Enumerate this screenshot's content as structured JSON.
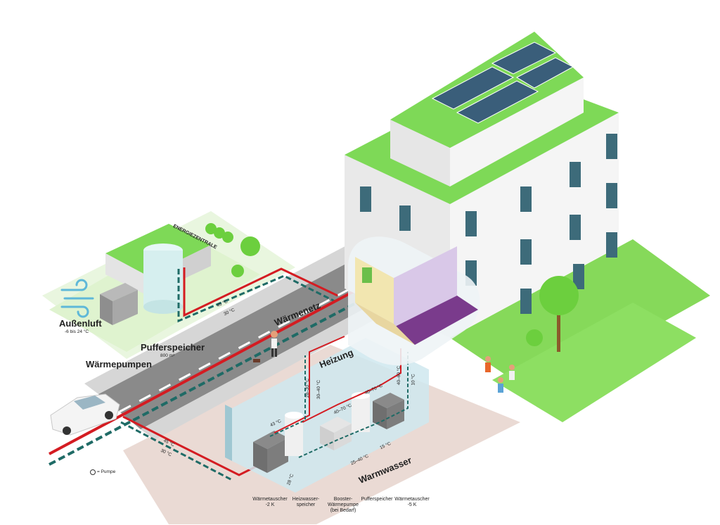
{
  "labels": {
    "aussenluft": "Außenluft",
    "aussenluft_range": "-6 bis 24 °C",
    "waermepumpen": "Wärmepumpen",
    "pufferspeicher_main": "Pufferspeicher",
    "pufferspeicher_volume": "800 m³",
    "energiezentrale": "ENERGIEZENTRALE",
    "waermenetz": "Wärmenetz",
    "heizung": "Heizung",
    "warmwasser": "Warmwasser",
    "pumpe_legend": "= Pumpe"
  },
  "temps": {
    "netz_supply": "45 °C",
    "netz_return": "30 °C",
    "street_supply": "45 °C",
    "street_return": "30 °C",
    "wt1_out": "43 °C",
    "wt1_return": "28 °C",
    "heiz_a": "28–30 °C",
    "heiz_b": "30–40 °C",
    "booster_a": "40–70 °C",
    "booster_b": "40–70 °C",
    "ww_a": "25–40 °C",
    "ww_b": "15 °C",
    "riser_a": "40–60 °C",
    "riser_b": "10 °C"
  },
  "components": [
    {
      "line1": "Wärmetauscher",
      "line2": "-2 K",
      "line3": ""
    },
    {
      "line1": "Heizwasser-",
      "line2": "speicher",
      "line3": ""
    },
    {
      "line1": "Booster-",
      "line2": "Wärmepumpe",
      "line3": "(bei Bedarf)"
    },
    {
      "line1": "Pufferspeicher",
      "line2": "",
      "line3": ""
    },
    {
      "line1": "Wärmetauscher",
      "line2": "-5 K",
      "line3": ""
    }
  ],
  "colors": {
    "supply": "#d41c22",
    "return": "#1f6b66",
    "grass": "#7ed957",
    "grass_light": "#c9ecb4",
    "building": "#e8e8e8",
    "road": "#8a8a8a"
  }
}
